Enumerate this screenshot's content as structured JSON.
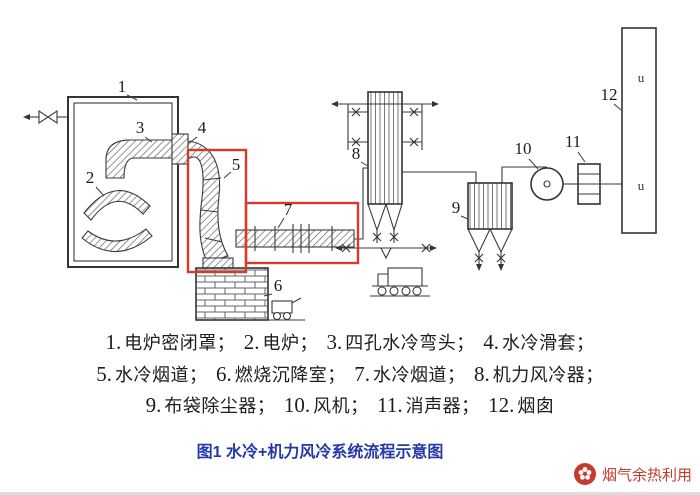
{
  "diagram": {
    "part_labels": [
      "1",
      "2",
      "3",
      "4",
      "5",
      "6",
      "7",
      "8",
      "9",
      "10",
      "11",
      "12"
    ],
    "chimney_marks": [
      "u",
      "u"
    ]
  },
  "legend": {
    "rows": [
      {
        "items": [
          {
            "num": "1.",
            "label": "电炉密闭罩；"
          },
          {
            "num": "2.",
            "label": "电炉；"
          },
          {
            "num": "3.",
            "label": "四孔水冷弯头；"
          },
          {
            "num": "4.",
            "label": "水冷滑套；"
          }
        ]
      },
      {
        "items": [
          {
            "num": "5.",
            "label": "水冷烟道；"
          },
          {
            "num": "6.",
            "label": "燃烧沉降室；"
          },
          {
            "num": "7.",
            "label": "水冷烟道；"
          },
          {
            "num": "8.",
            "label": "机力风冷器；"
          }
        ]
      },
      {
        "items": [
          {
            "num": "9.",
            "label": "布袋除尘器；"
          },
          {
            "num": "10.",
            "label": "风机；"
          },
          {
            "num": "11.",
            "label": "消声器；"
          },
          {
            "num": "12.",
            "label": "烟囱"
          }
        ]
      }
    ]
  },
  "caption": "图1 水冷+机力风冷系统流程示意图",
  "watermark": {
    "text": "烟气余热利用"
  },
  "colors": {
    "highlight": "#d63b2a",
    "caption": "#2438a8",
    "watermark": "#c43b2b",
    "line": "#3a3a3a"
  }
}
